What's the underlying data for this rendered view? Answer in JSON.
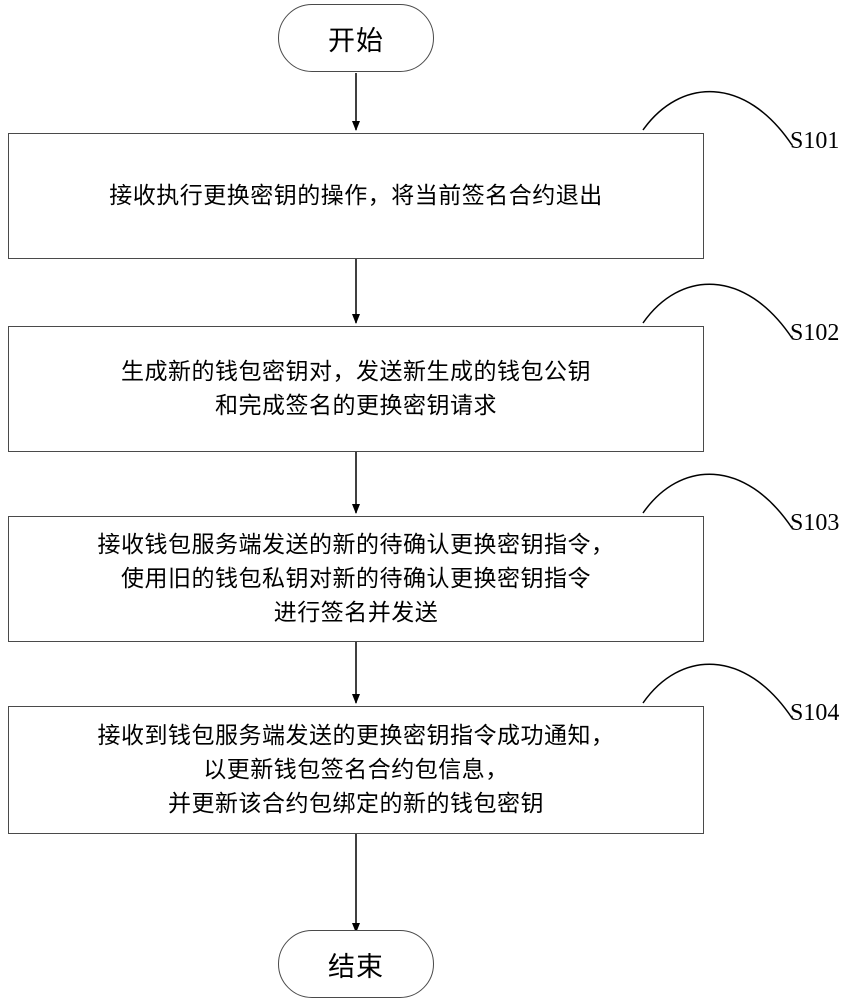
{
  "diagram": {
    "start_label": "开始",
    "end_label": "结束",
    "steps": [
      {
        "id": "S101",
        "lines": [
          "接收执行更换密钥的操作，将当前签名合约退出"
        ]
      },
      {
        "id": "S102",
        "lines": [
          "生成新的钱包密钥对，发送新生成的钱包公钥",
          "和完成签名的更换密钥请求"
        ]
      },
      {
        "id": "S103",
        "lines": [
          "接收钱包服务端发送的新的待确认更换密钥指令，",
          "使用旧的钱包私钥对新的待确认更换密钥指令",
          "进行签名并发送"
        ]
      },
      {
        "id": "S104",
        "lines": [
          "接收到钱包服务端发送的更换密钥指令成功通知，",
          "以更新钱包签名合约包信息，",
          "并更新该合约包绑定的新的钱包密钥"
        ]
      }
    ],
    "colors": {
      "line": "#000000",
      "border": "#4a4a4a",
      "background": "#ffffff"
    }
  }
}
